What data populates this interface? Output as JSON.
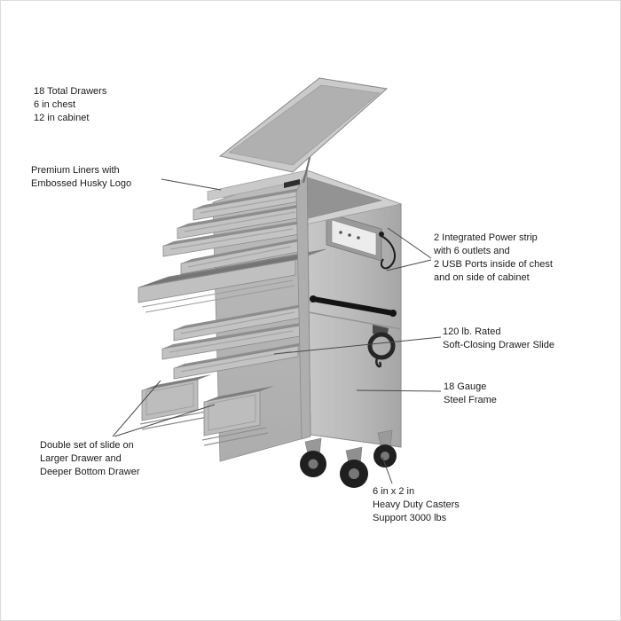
{
  "annotations": {
    "total_drawers": {
      "lines": [
        "18 Total Drawers",
        "6 in chest",
        "12 in cabinet"
      ]
    },
    "premium_liners": {
      "lines": [
        "Premium Liners with",
        "Embossed Husky Logo"
      ]
    },
    "power_strip": {
      "lines": [
        "2 Integrated Power strip",
        "with 6 outlets and",
        "2 USB Ports inside of chest",
        "and on side of cabinet"
      ]
    },
    "drawer_slide": {
      "lines": [
        "120 lb. Rated",
        "Soft-Closing Drawer Slide"
      ]
    },
    "steel_frame": {
      "lines": [
        "18 Gauge",
        "Steel Frame"
      ]
    },
    "double_slide": {
      "lines": [
        "Double set of slide on",
        "Larger Drawer and",
        "Deeper Bottom Drawer"
      ]
    },
    "casters": {
      "lines": [
        "6 in x 2 in",
        "Heavy Duty Casters",
        "Support 3000 lbs"
      ]
    }
  },
  "colors": {
    "background": "#ffffff",
    "text": "#1a1a1a",
    "leader_line": "#4a4a4a",
    "body_light": "#c9c9c9",
    "body_mid": "#b6b6b6",
    "interior_dark": "#8d8d8d",
    "wheel_black": "#1f1f1f",
    "window_white": "#ececec"
  }
}
